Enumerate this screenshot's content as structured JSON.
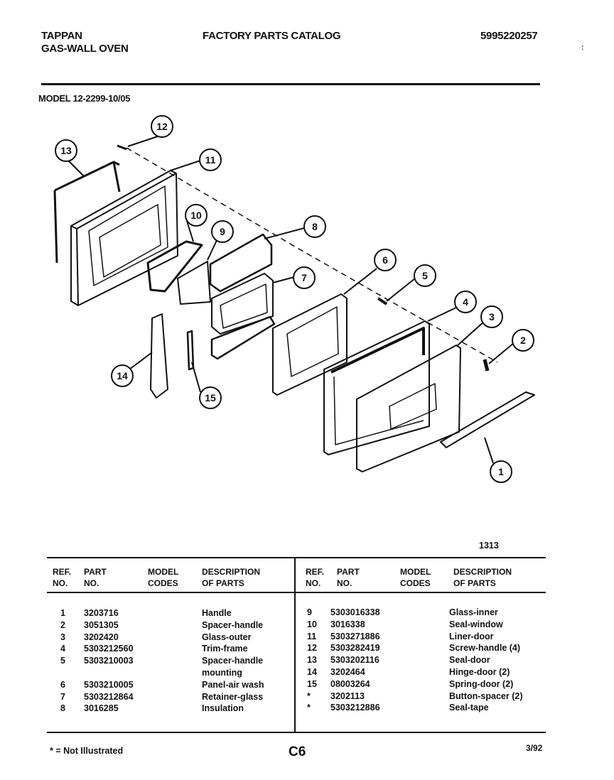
{
  "header": {
    "brand": "TAPPAN",
    "product": "GAS-WALL OVEN",
    "catalog_title": "FACTORY PARTS CATALOG",
    "catalog_number": "5995220257",
    "model": "MODEL 12-2299-10/05"
  },
  "diagram": {
    "figure_number": "1313",
    "callouts": [
      "1",
      "2",
      "3",
      "4",
      "5",
      "6",
      "7",
      "8",
      "9",
      "10",
      "11",
      "12",
      "13",
      "14",
      "15"
    ]
  },
  "table": {
    "headers": {
      "ref_no": [
        "REF.",
        "NO."
      ],
      "part_no": [
        "PART",
        "NO."
      ],
      "model_codes": [
        "MODEL",
        "CODES"
      ],
      "description": [
        "DESCRIPTION",
        "OF PARTS"
      ]
    },
    "left_rows": [
      {
        "ref": "1",
        "part": "3203716",
        "desc": "Handle"
      },
      {
        "ref": "2",
        "part": "3051305",
        "desc": "Spacer-handle"
      },
      {
        "ref": "3",
        "part": "3202420",
        "desc": "Glass-outer"
      },
      {
        "ref": "4",
        "part": "5303212560",
        "desc": "Trim-frame"
      },
      {
        "ref": "5",
        "part": "5303210003",
        "desc": "Spacer-handle"
      },
      {
        "ref": "",
        "part": "",
        "desc": "mounting"
      },
      {
        "ref": "6",
        "part": "5303210005",
        "desc": "Panel-air wash"
      },
      {
        "ref": "7",
        "part": "5303212864",
        "desc": "Retainer-glass"
      },
      {
        "ref": "8",
        "part": "3016285",
        "desc": "Insulation"
      }
    ],
    "right_rows": [
      {
        "ref": "9",
        "part": "5303016338",
        "desc": "Glass-inner"
      },
      {
        "ref": "10",
        "part": "3016338",
        "desc": "Seal-window"
      },
      {
        "ref": "11",
        "part": "5303271886",
        "desc": "Liner-door"
      },
      {
        "ref": "12",
        "part": "5303282419",
        "desc": "Screw-handle (4)"
      },
      {
        "ref": "13",
        "part": "5303202116",
        "desc": "Seal-door"
      },
      {
        "ref": "14",
        "part": "3202464",
        "desc": "Hinge-door (2)"
      },
      {
        "ref": "15",
        "part": "08003264",
        "desc": "Spring-door (2)"
      },
      {
        "ref": "*",
        "part": "3202113",
        "desc": "Button-spacer (2)"
      },
      {
        "ref": "*",
        "part": "5303212886",
        "desc": "Seal-tape"
      }
    ]
  },
  "footer": {
    "note": "* = Not Illustrated",
    "page": "C6",
    "date": "3/92"
  }
}
